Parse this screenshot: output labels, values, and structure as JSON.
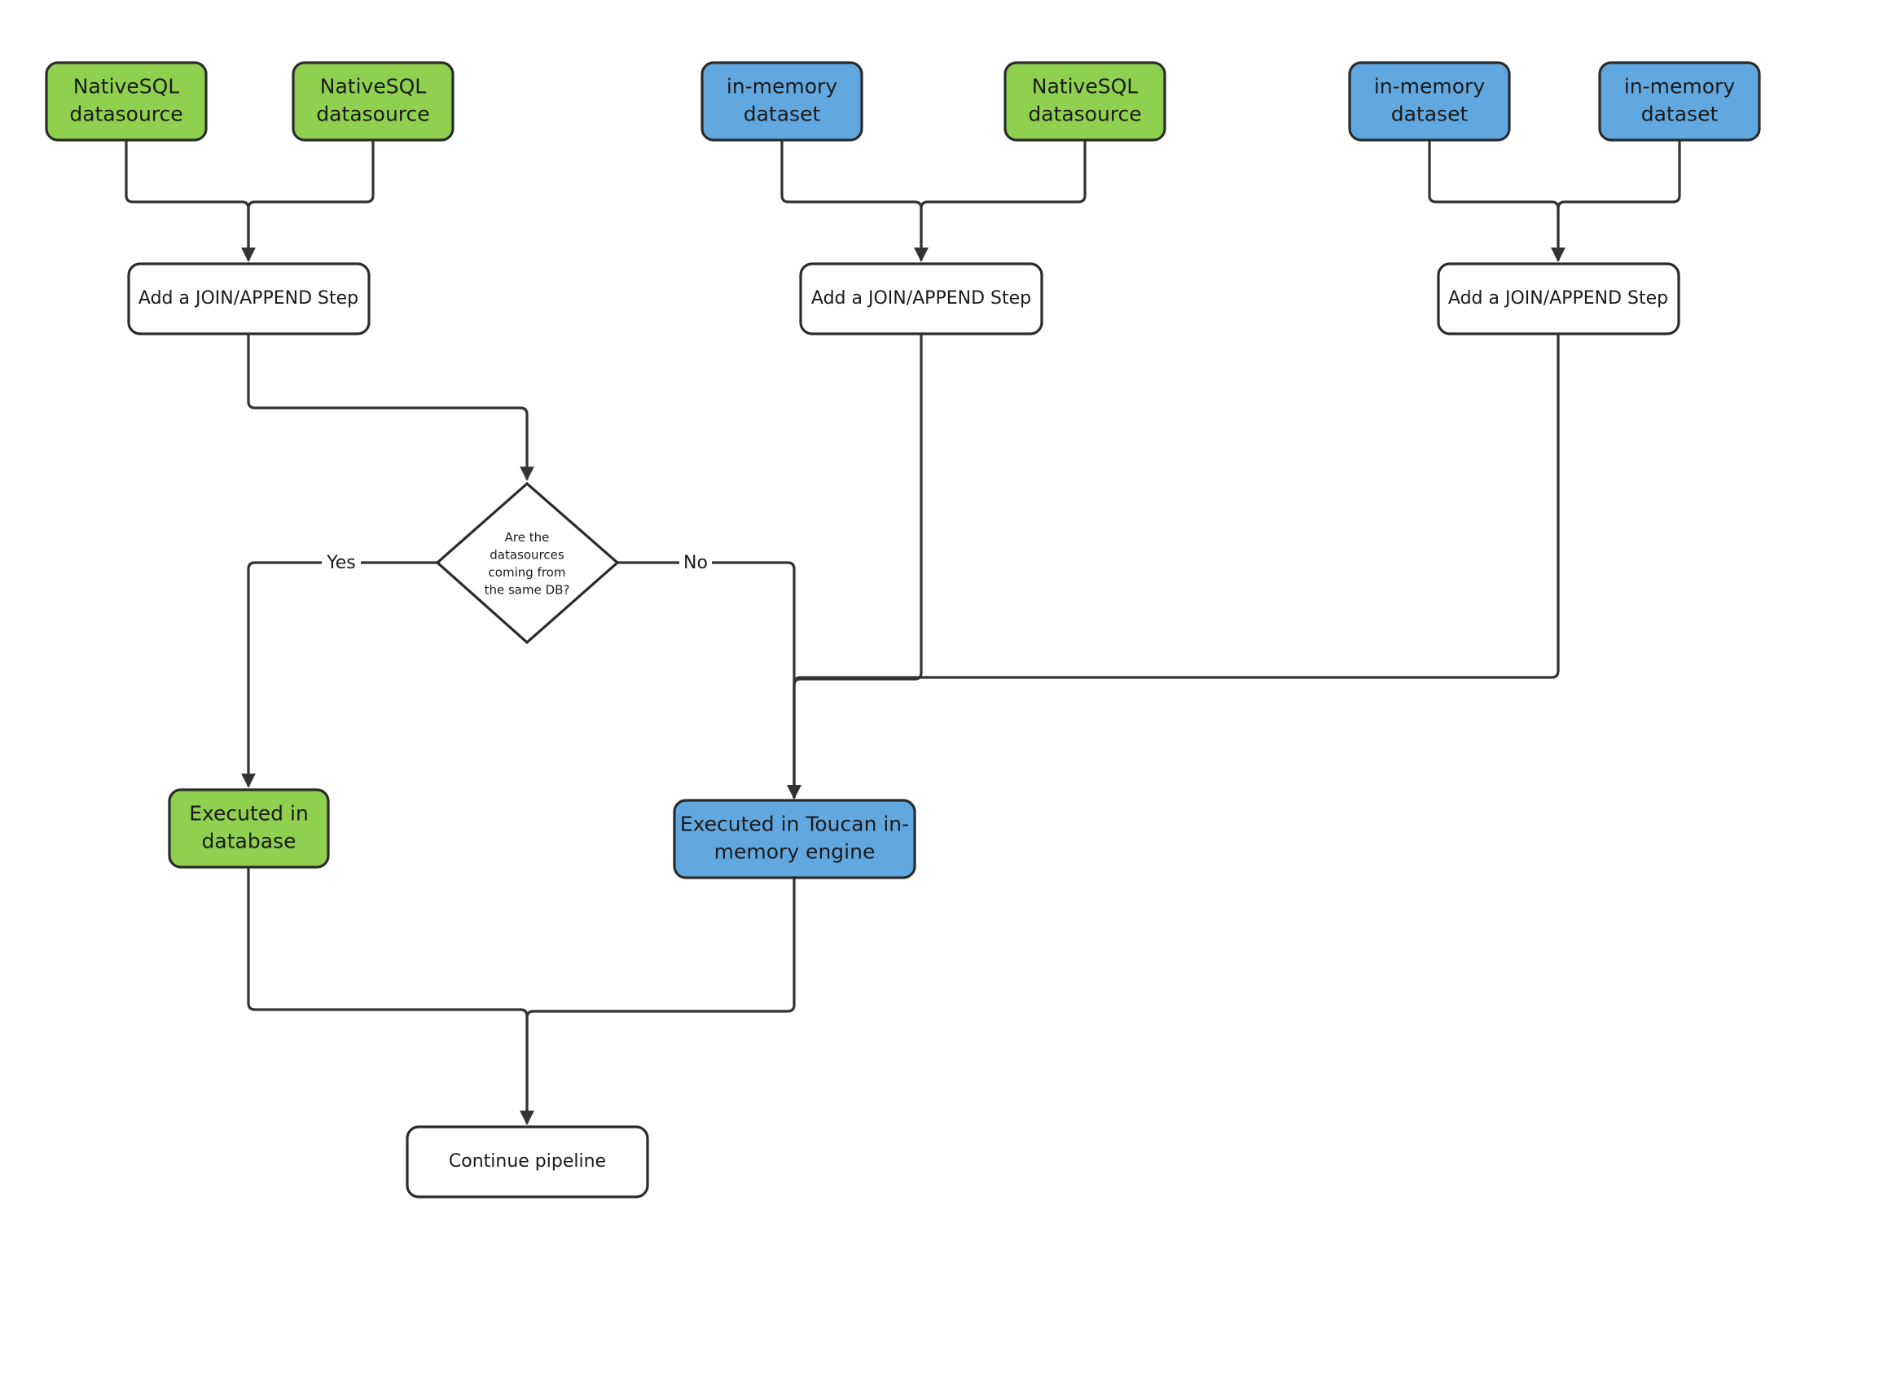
{
  "colors": {
    "sql_green": "#8fd14f",
    "memory_blue": "#62a8e0",
    "plain": "#ffffff",
    "line": "#333333"
  },
  "sources": {
    "s1": "NativeSQL\ndatasource",
    "s2": "NativeSQL\ndatasource",
    "s3": "in-memory\ndataset",
    "s4": "NativeSQL\ndatasource",
    "s5": "in-memory\ndataset",
    "s6": "in-memory\ndataset"
  },
  "steps": {
    "join1": "Add a JOIN/APPEND Step",
    "join2": "Add a JOIN/APPEND Step",
    "join3": "Add a JOIN/APPEND Step"
  },
  "decision": {
    "question": "Are the\ndatasources\ncoming from\nthe same DB?",
    "yes_label": "Yes",
    "no_label": "No"
  },
  "outcomes": {
    "database": "Executed in\ndatabase",
    "toucan": "Executed in Toucan in-\nmemory engine"
  },
  "final_step": "Continue pipeline"
}
